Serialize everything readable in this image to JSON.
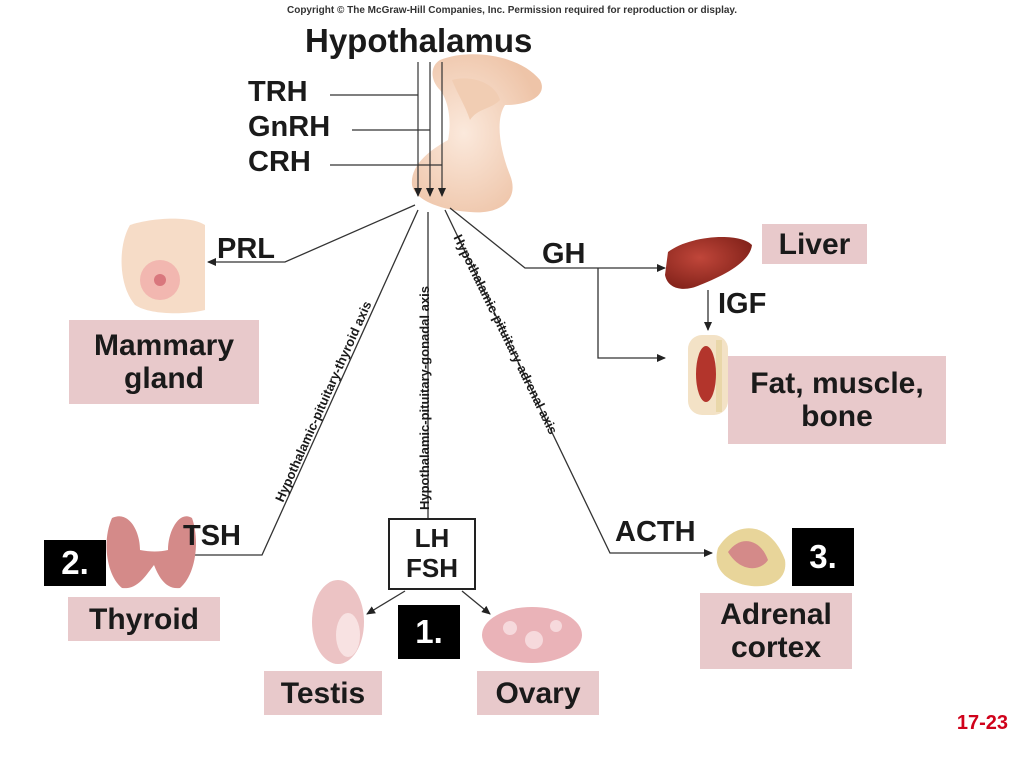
{
  "copyright": "Copyright © The McGraw-Hill Companies, Inc. Permission required for reproduction or display.",
  "title": "Hypothalamus",
  "releasing_hormones": [
    "TRH",
    "GnRH",
    "CRH"
  ],
  "hormones": {
    "prl": "PRL",
    "gh": "GH",
    "igf": "IGF",
    "tsh": "TSH",
    "lh": "LH",
    "fsh": "FSH",
    "acth": "ACTH"
  },
  "targets": {
    "mammary_line1": "Mammary",
    "mammary_line2": "gland",
    "liver": "Liver",
    "fat_line1": "Fat, muscle,",
    "fat_line2": "bone",
    "thyroid": "Thyroid",
    "testis": "Testis",
    "ovary": "Ovary",
    "adrenal_line1": "Adrenal",
    "adrenal_line2": "cortex"
  },
  "axes": {
    "thyroid": "Hypothalamic-pituitary-thyroid axis",
    "gonadal": "Hypothalamic-pituitary-gonadal axis",
    "adrenal": "Hypothalamic-pituitary-adrenal axis"
  },
  "markers": [
    "1.",
    "2.",
    "3."
  ],
  "slide_number": "17-23",
  "colors": {
    "label_box": "#e8c9cb",
    "marker_bg": "#000000",
    "slide_number": "#d0021b",
    "pituitary": "#f5d9c4"
  }
}
